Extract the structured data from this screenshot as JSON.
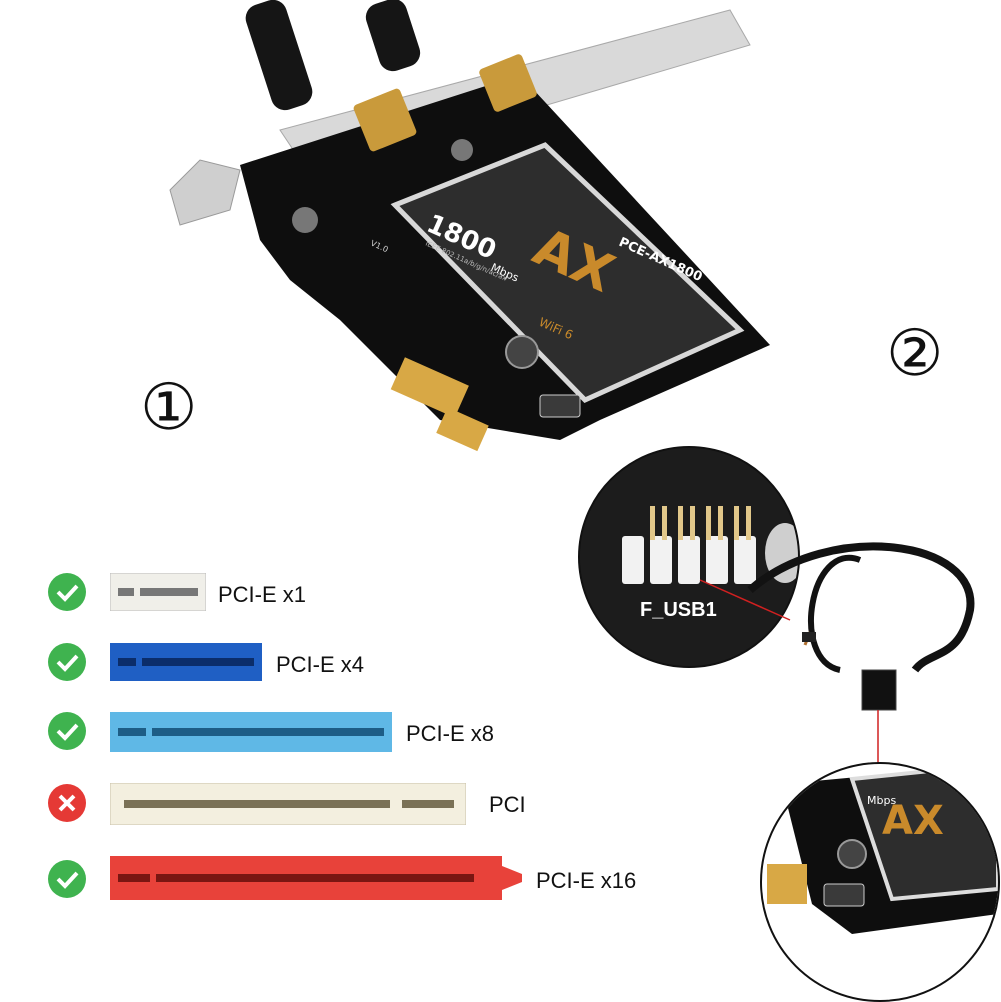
{
  "steps": {
    "step1": "①",
    "step2": "②"
  },
  "card": {
    "model": "PCE-AX1800",
    "speed": "1800",
    "speed_unit": "Mbps",
    "standard": "IEEE 802.11a/b/g/n/ac/ax",
    "wifi_logo": "AX",
    "wifi_label": "WiFi 6",
    "board_revision": "V1.0"
  },
  "header_label": "F_USB1",
  "slots": [
    {
      "label": "PCI-E x1",
      "compatible": true,
      "color": "#f0efe9"
    },
    {
      "label": "PCI-E x4",
      "compatible": true,
      "color": "#1f5fc4"
    },
    {
      "label": "PCI-E x8",
      "compatible": true,
      "color": "#5fb8e6"
    },
    {
      "label": "PCI",
      "compatible": false,
      "color": "#f3efdf"
    },
    {
      "label": "PCI-E x16",
      "compatible": true,
      "color": "#e8423a"
    }
  ],
  "colors": {
    "ok": "#3fb34f",
    "bad": "#e53935",
    "card_pcb": "#0e0e0e",
    "gold": "#c99a3b"
  }
}
